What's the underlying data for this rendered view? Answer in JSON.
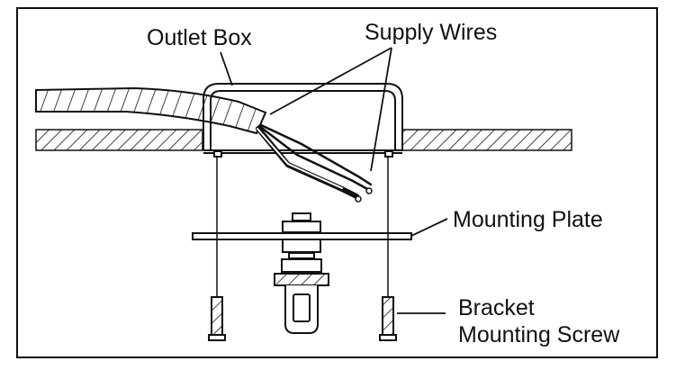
{
  "labels": {
    "outlet_box": "Outlet Box",
    "supply_wires": "Supply Wires",
    "mounting_plate": "Mounting Plate",
    "bracket_screw_line1": "Bracket",
    "bracket_screw_line2": "Mounting Screw"
  },
  "colors": {
    "ink": "#111111",
    "background": "#ffffff"
  }
}
